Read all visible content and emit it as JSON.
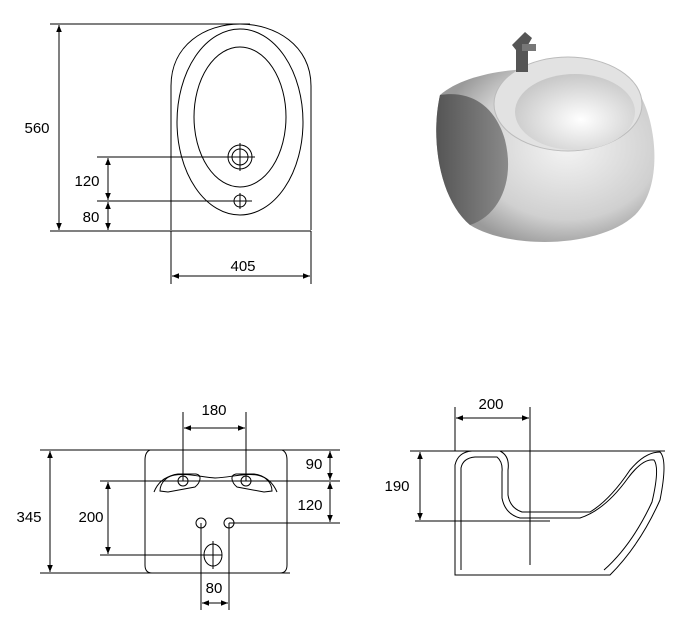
{
  "top_view": {
    "height_label": "560",
    "drain_offset_label": "120",
    "hole_offset_label": "80",
    "width_label": "405"
  },
  "back_view": {
    "bolt_spacing_label": "180",
    "height_label": "345",
    "vertical_label": "200",
    "top_offset_label": "90",
    "middle_offset_label": "120",
    "pipe_spacing_label": "80"
  },
  "section_view": {
    "depth_label": "200",
    "height_label": "190"
  },
  "colors": {
    "line": "#000000",
    "body_light": "#e6e6e6",
    "body_dark": "#6e6e6e"
  }
}
